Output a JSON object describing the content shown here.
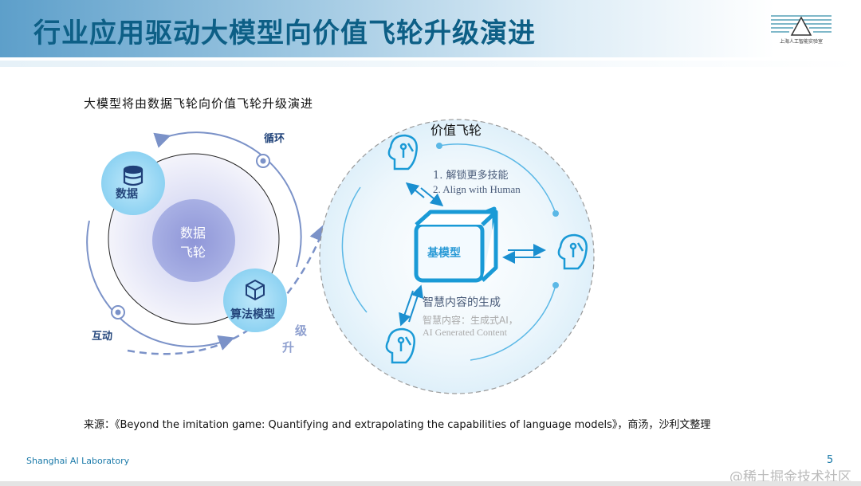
{
  "header": {
    "title": "行业应用驱动大模型向价值飞轮升级演进",
    "logo_text": "上海人工智能实验室"
  },
  "subtitle": "大模型将由数据飞轮向价值飞轮升级演进",
  "left_diagram": {
    "center_label_line1": "数据",
    "center_label_line2": "飞轮",
    "node_data": "数据",
    "node_algorithm": "算法模型",
    "cycle_label": "循环",
    "interact_label": "互动",
    "upgrade_label_1": "级",
    "upgrade_label_2": "升"
  },
  "right_diagram": {
    "title": "价值飞轮",
    "core_label": "基模型",
    "step1": "1. 解锁更多技能",
    "step2": "2. Align with Human",
    "generation": "智慧内容的生成",
    "aigc_cn": "智慧内容：生成式AI，",
    "aigc_en": "AI Generated Content"
  },
  "footer": {
    "source": "来源：《Beyond the imitation game: Quantifying and extrapolating the capabilities of language models》，商汤，沙利文整理",
    "lab": "Shanghai AI Laboratory",
    "page": "5",
    "watermark": "@稀土掘金技术社区"
  },
  "colors": {
    "title": "#0d5f86",
    "accent": "#1a9ad6",
    "left_line": "#7b92c8"
  }
}
